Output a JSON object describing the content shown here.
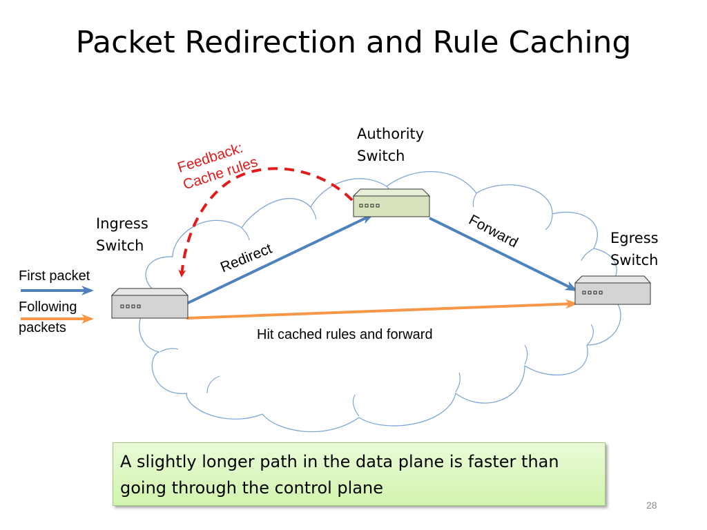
{
  "slide": {
    "title": "Packet Redirection and Rule Caching",
    "page_number": "28",
    "callout": "A slightly longer path in the data plane is faster than going through the control plane"
  },
  "nodes": {
    "authority": {
      "label": "Authority\nSwitch"
    },
    "ingress": {
      "label": "Ingress\nSwitch"
    },
    "egress": {
      "label": "Egress\nSwitch"
    }
  },
  "inputs": {
    "first_packet": "First packet",
    "following_packets": "Following\npackets"
  },
  "edges": {
    "redirect": "Redirect",
    "forward": "Forward",
    "cached": "Hit cached rules and forward",
    "feedback": "Feedback:\nCache rules"
  },
  "colors": {
    "blue_arrow": "#4f81bd",
    "orange_arrow": "#f79646",
    "feedback_red": "#e21a1a",
    "cloud_stroke": "#7ea6d6",
    "switch_gray": "#d4d4d4",
    "authority_green": "#d7e4bd"
  }
}
